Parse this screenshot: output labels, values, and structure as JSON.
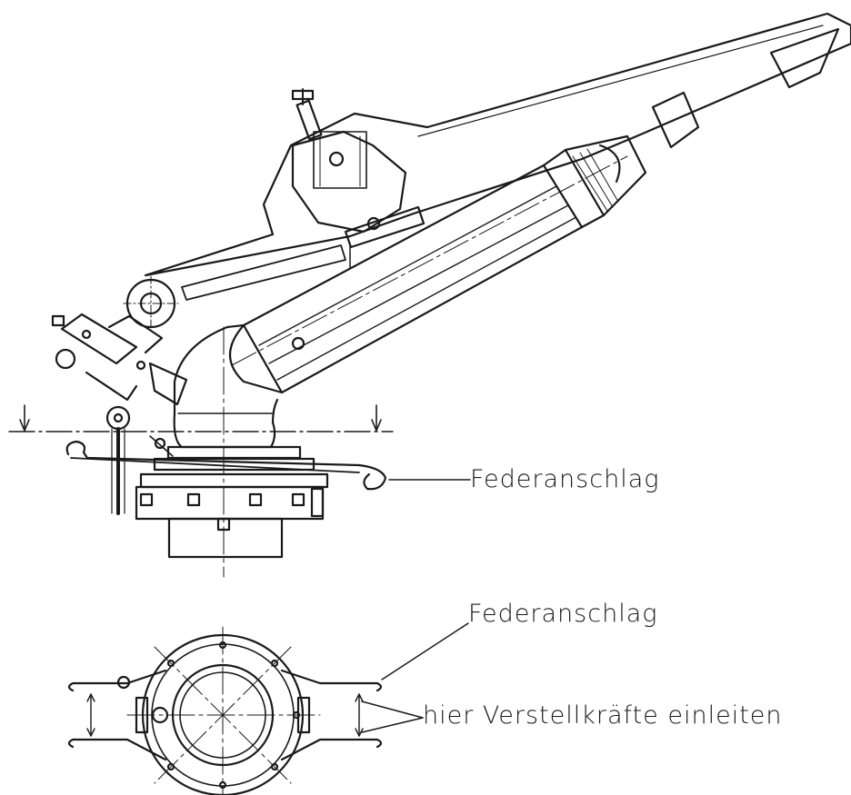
{
  "labels": {
    "spring_stop_side": "Federanschlag",
    "spring_stop_top": "Federanschlag",
    "force_note": "hier Verstellkräfte einleiten"
  },
  "colors": {
    "line": "#1a1a1a",
    "background": "#ffffff"
  }
}
